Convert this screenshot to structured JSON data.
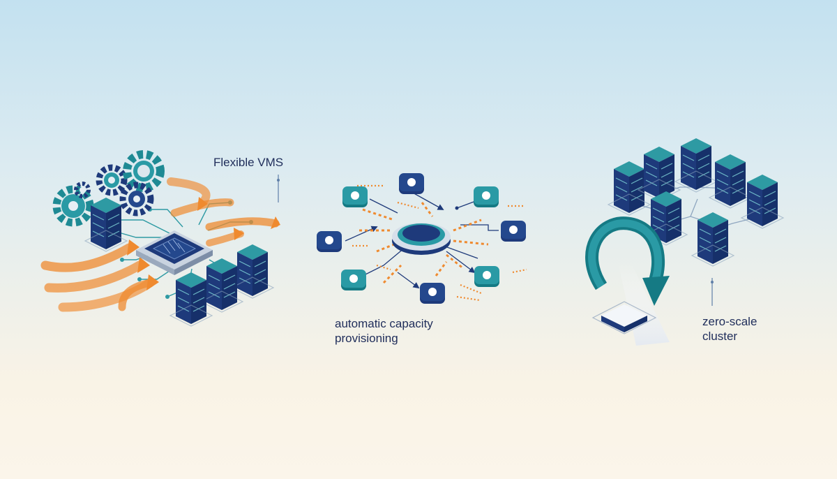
{
  "colors": {
    "navy": "#1f3a7a",
    "teal": "#1a8a95",
    "orange": "#ef8a2f",
    "platform": "#e8eef4",
    "text": "#1f2d5a"
  },
  "panels": {
    "flexible": {
      "label": "Flexible VMS"
    },
    "provisioning": {
      "label_line1": "automatic capacity",
      "label_line2": "provisioning"
    },
    "zero_scale": {
      "label_line1": "zero-scale",
      "label_line2": "cluster"
    }
  }
}
